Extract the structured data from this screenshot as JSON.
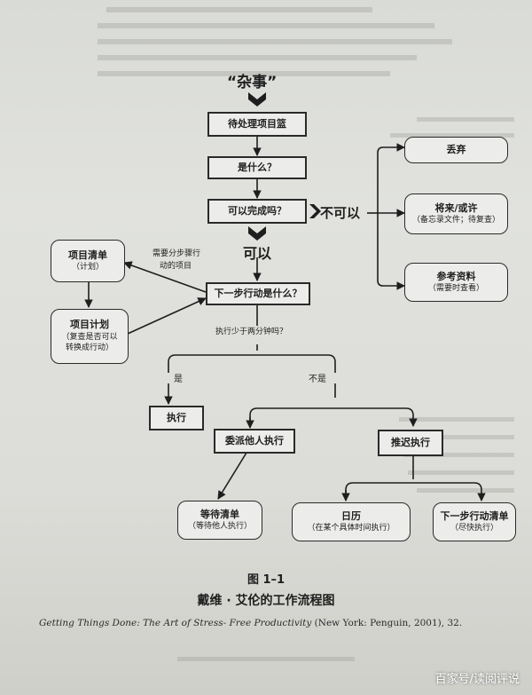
{
  "title": "“杂事”",
  "nodes": {
    "inbox": "待处理项目篮",
    "what": "是什么？",
    "actionable": "可以完成吗？",
    "trash": "丢弃",
    "someday": "将来/或许",
    "someday_sub": "（备忘录文件；待复查）",
    "reference": "参考资料",
    "reference_sub": "（需要时查看）",
    "projects": "项目清单",
    "projects_sub": "（计划）",
    "project_plan": "项目计划",
    "project_plan_sub1": "（复查是否可以",
    "project_plan_sub2": "转换成行动）",
    "next_action": "下一步行动是什么？",
    "do_it": "执行",
    "delegate": "委派他人执行",
    "defer": "推迟执行",
    "waiting": "等待清单",
    "waiting_sub": "（等待他人执行）",
    "calendar": "日历",
    "calendar_sub": "（在某个具体时间执行）",
    "next_actions": "下一步行动清单",
    "next_actions_sub": "（尽快执行）"
  },
  "labels": {
    "no": "不可以",
    "yes": "可以",
    "multi_step1": "需要分步骤行",
    "multi_step2": "动的项目",
    "two_minutes": "执行少于两分钟吗？",
    "is": "是",
    "is_not": "不是"
  },
  "caption": {
    "figure": "图 1–1",
    "title": "戴维 · 艾伦的工作流程图",
    "source_italic": "Getting Things Done: The Art of Stress- Free Productivity",
    "source_rest": " (New York: Penguin, 2001), 32."
  },
  "watermark": "百家号/读阅评说",
  "colors": {
    "paper": "#dedfdb",
    "ink": "#1e1e1e",
    "box": "#ecedea"
  }
}
